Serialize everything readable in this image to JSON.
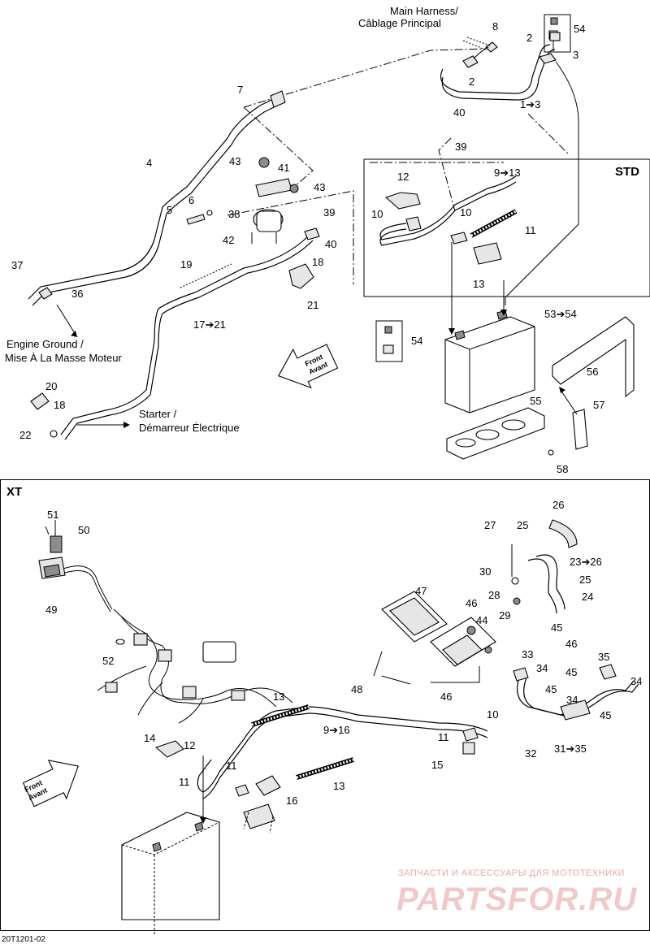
{
  "sections": {
    "std": "STD",
    "xt": "XT"
  },
  "labels": {
    "main_harness_1": "Main Harness/",
    "main_harness_2": "Câblage Principal",
    "engine_ground_1": "Engine Ground /",
    "engine_ground_2": "Mise À La Masse Moteur",
    "starter_1": "Starter /",
    "starter_2": "Démarreur Électrique",
    "front": "Front",
    "avant": "Avant"
  },
  "parts_top": [
    "8",
    "2",
    "54",
    "3",
    "2",
    "1➔3",
    "7",
    "40",
    "39",
    "4",
    "43",
    "41",
    "43",
    "12",
    "9➔13",
    "6",
    "5",
    "38",
    "39",
    "10",
    "10",
    "11",
    "42",
    "40",
    "19",
    "18",
    "13",
    "37",
    "36",
    "21",
    "17➔21",
    "53➔54",
    "54",
    "56",
    "20",
    "18",
    "57",
    "55",
    "22",
    "58"
  ],
  "parts_xt": [
    "51",
    "50",
    "49",
    "26",
    "27",
    "25",
    "23➔26",
    "30",
    "25",
    "28",
    "24",
    "29",
    "47",
    "46",
    "44",
    "45",
    "52",
    "46",
    "35",
    "33",
    "34",
    "34",
    "45",
    "34",
    "48",
    "46",
    "45",
    "13",
    "9➔16",
    "10",
    "45",
    "14",
    "12",
    "11",
    "15",
    "32",
    "31➔35",
    "11",
    "11",
    "13",
    "16"
  ],
  "watermark": {
    "line1": "ЗАПЧАСТИ И АКСЕССУАРЫ ДЛЯ МОТОТЕХНИКИ",
    "line2": "PARTSFOR.RU"
  },
  "drawing_code": "20T1201-02"
}
